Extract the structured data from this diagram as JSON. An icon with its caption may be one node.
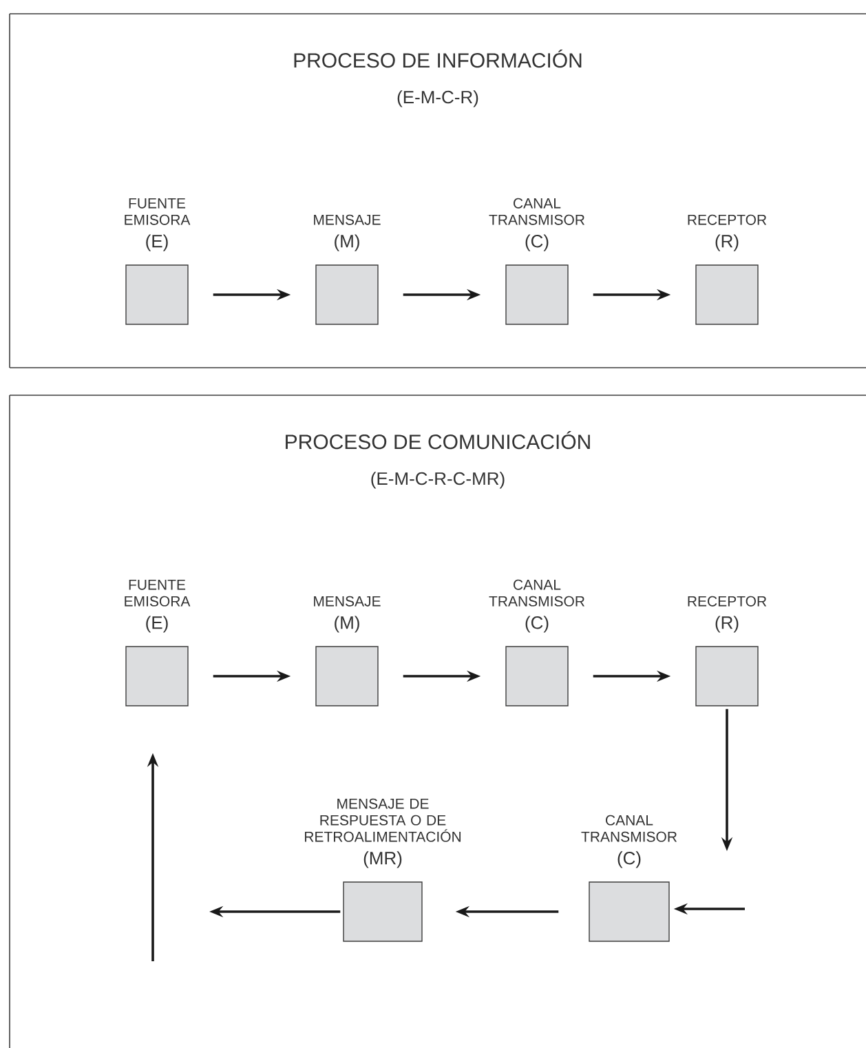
{
  "diagram": {
    "nodes": [
      {
        "text": [
          "PROCESO DE INFORMACIÓN",
          "(E-M-C-R)"
        ]
      },
      {
        "text": [
          "FUENTE EMISORA",
          "(E)"
        ],
        "in": 0
      },
      {
        "text": [
          "MENSAJE",
          "(M)"
        ],
        "in": 0
      },
      {
        "text": [
          "CANAL TRANSMISOR",
          "(C)"
        ],
        "in": 0
      },
      {
        "text": [
          "RECEPTOR",
          "(R)"
        ],
        "in": 0
      },
      {
        "text": [
          "PROCESO DE COMUNICACIÓN",
          "(E-M-C-R-C-MR)"
        ]
      },
      {
        "text": [
          "FUENTE EMISORA",
          "(E)"
        ],
        "in": 5
      },
      {
        "text": [
          "MENSAJE",
          "(M)"
        ],
        "in": 5
      },
      {
        "text": [
          "CANAL TRANSMISOR",
          "(C)"
        ],
        "in": 5
      },
      {
        "text": [
          "RECEPTOR",
          "(R)"
        ],
        "in": 5
      },
      {
        "text": [
          "MENSAJE DE RESPUESTA O DE RETROALIMENTACIÓN",
          "(MR)"
        ],
        "in": 5
      },
      {
        "text": [
          "CANAL TRANSMISOR",
          "(C)"
        ],
        "in": 5
      }
    ],
    "edges": [
      {
        "from": 1,
        "to": 2,
        "arrow": "to"
      },
      {
        "from": 2,
        "to": 3,
        "arrow": "to"
      },
      {
        "from": 3,
        "to": 4,
        "arrow": "to"
      },
      {
        "from": 6,
        "to": 7,
        "arrow": "to"
      },
      {
        "from": 7,
        "to": 8,
        "arrow": "to"
      },
      {
        "from": 8,
        "to": 9,
        "arrow": "to"
      },
      {
        "from": 9,
        "to": null,
        "arrow": "to"
      },
      {
        "from": null,
        "to": 11,
        "arrow": "to"
      },
      {
        "from": 11,
        "to": 10,
        "arrow": "to"
      },
      {
        "from": 10,
        "to": null,
        "arrow": "to"
      },
      {
        "from": null,
        "to": 6,
        "arrow": "to"
      }
    ]
  }
}
